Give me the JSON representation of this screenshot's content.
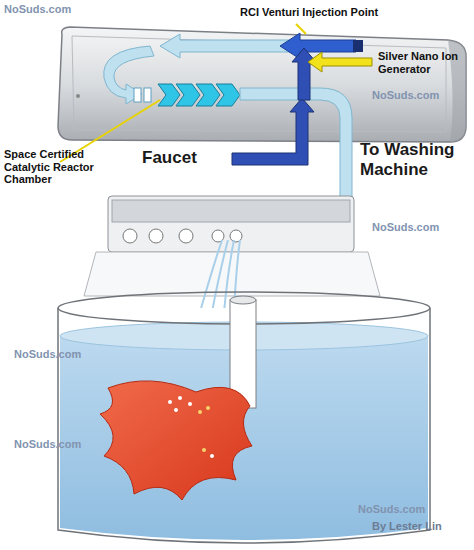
{
  "diagram": {
    "labels": [
      "NoSuds.com",
      "RCI Venturi Injection Point",
      "Silver Nano Ion Generator",
      "Space Certified Catalytic Reactor Chamber",
      "Faucet",
      "To Washing Machine",
      "NoSuds.com",
      "NoSuds.com",
      "NoSuds.com",
      "NoSuds.com",
      "NoSuds.com",
      "By Lester Lin"
    ]
  }
}
